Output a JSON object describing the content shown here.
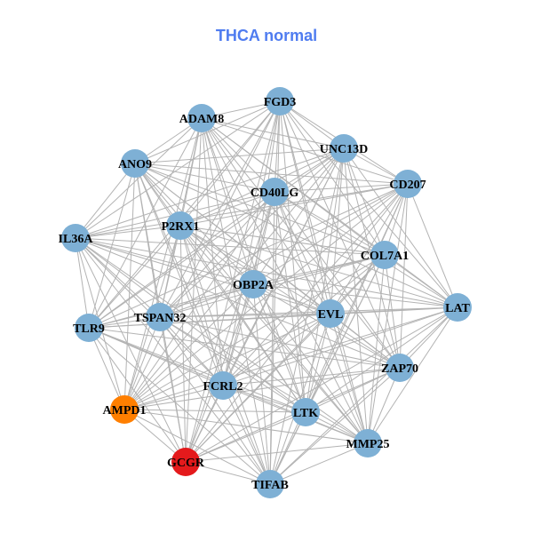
{
  "title": "THCA normal",
  "colors": {
    "default": "#7eb0d5",
    "highlight_orange": "#ff7f00",
    "highlight_red": "#e41a1c",
    "edge": "#b3b3b3",
    "title": "#4f7cf0"
  },
  "nodes": [
    {
      "label": "FGD3",
      "color": "#7eb0d5"
    },
    {
      "label": "ADAM8",
      "color": "#7eb0d5"
    },
    {
      "label": "UNC13D",
      "color": "#7eb0d5"
    },
    {
      "label": "ANO9",
      "color": "#7eb0d5"
    },
    {
      "label": "CD207",
      "color": "#7eb0d5"
    },
    {
      "label": "CD40LG",
      "color": "#7eb0d5"
    },
    {
      "label": "P2RX1",
      "color": "#7eb0d5"
    },
    {
      "label": "IL36A",
      "color": "#7eb0d5"
    },
    {
      "label": "COL7A1",
      "color": "#7eb0d5"
    },
    {
      "label": "OBP2A",
      "color": "#7eb0d5"
    },
    {
      "label": "LAT",
      "color": "#7eb0d5"
    },
    {
      "label": "EVL",
      "color": "#7eb0d5"
    },
    {
      "label": "TSPAN32",
      "color": "#7eb0d5"
    },
    {
      "label": "TLR9",
      "color": "#7eb0d5"
    },
    {
      "label": "ZAP70",
      "color": "#7eb0d5"
    },
    {
      "label": "FCRL2",
      "color": "#7eb0d5"
    },
    {
      "label": "AMPD1",
      "color": "#ff7f00"
    },
    {
      "label": "LTK",
      "color": "#7eb0d5"
    },
    {
      "label": "MMP25",
      "color": "#7eb0d5"
    },
    {
      "label": "GCGR",
      "color": "#e41a1c"
    },
    {
      "label": "TIFAB",
      "color": "#7eb0d5"
    }
  ],
  "edges_all_pairs": true
}
